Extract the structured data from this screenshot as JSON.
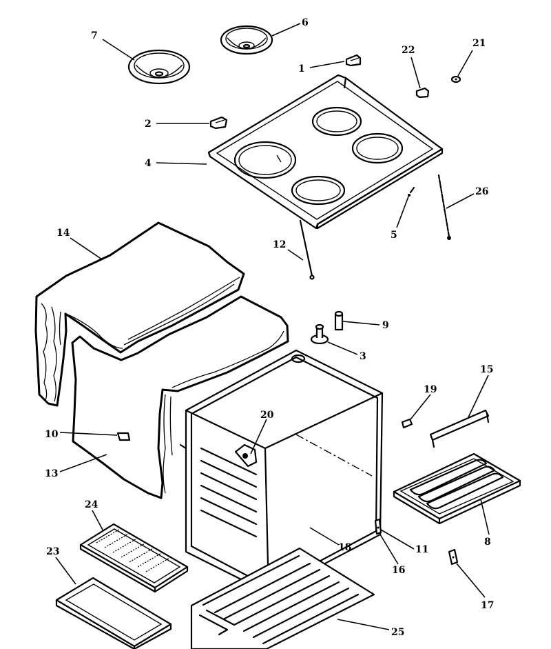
{
  "callouts": [
    {
      "n": "1"
    },
    {
      "n": "2"
    },
    {
      "n": "3"
    },
    {
      "n": "4"
    },
    {
      "n": "5"
    },
    {
      "n": "6"
    },
    {
      "n": "7"
    },
    {
      "n": "8"
    },
    {
      "n": "9"
    },
    {
      "n": "10"
    },
    {
      "n": "11"
    },
    {
      "n": "12"
    },
    {
      "n": "13"
    },
    {
      "n": "14"
    },
    {
      "n": "15"
    },
    {
      "n": "16"
    },
    {
      "n": "17"
    },
    {
      "n": "18"
    },
    {
      "n": "19"
    },
    {
      "n": "20"
    },
    {
      "n": "21"
    },
    {
      "n": "22"
    },
    {
      "n": "23"
    },
    {
      "n": "24"
    },
    {
      "n": "25"
    },
    {
      "n": "26"
    }
  ]
}
